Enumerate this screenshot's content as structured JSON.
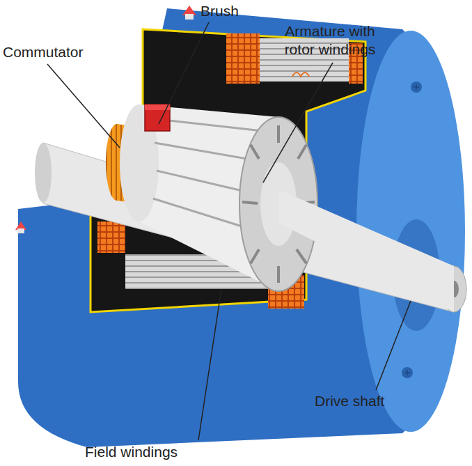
{
  "diagram": {
    "labels": [
      "Brush",
      "Armature with rotor windings",
      "Commutator",
      "Drive shaft",
      "Field windings"
    ]
  }
}
